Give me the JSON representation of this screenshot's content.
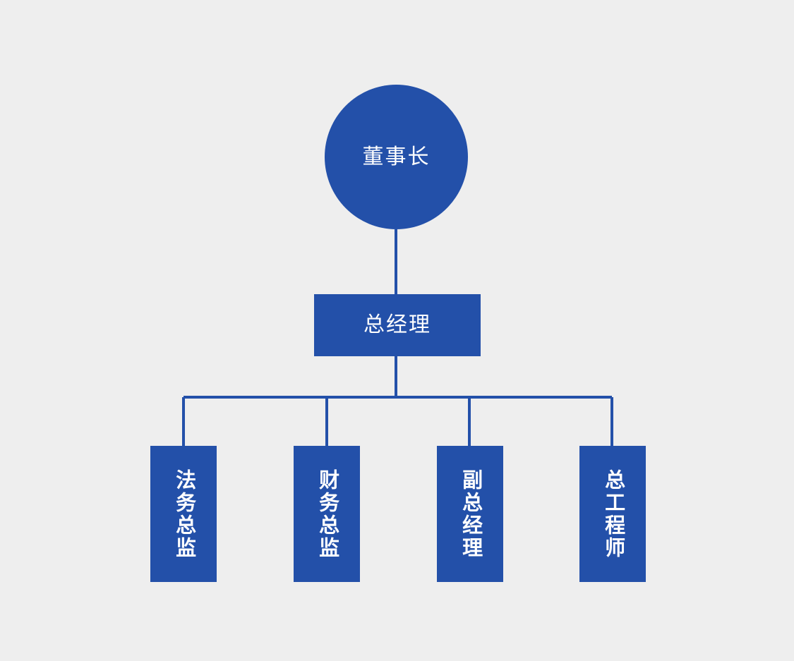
{
  "diagram": {
    "title": "",
    "type": "organization-chart",
    "background_color": "#eeeeee",
    "node_color": "#2350a9",
    "line_color": "#2350a9",
    "text_color": "#ffffff",
    "levels": 3
  },
  "nodes": {
    "root": {
      "label": "董事长",
      "shape": "circle",
      "level": 1
    },
    "level2": {
      "label": "总经理",
      "shape": "rectangle",
      "level": 2
    },
    "leaves": [
      {
        "label": "法务总监",
        "shape": "rectangle",
        "orientation": "vertical",
        "level": 3
      },
      {
        "label": "财务总监",
        "shape": "rectangle",
        "orientation": "vertical",
        "level": 3
      },
      {
        "label": "副总经理",
        "shape": "rectangle",
        "orientation": "vertical",
        "level": 3
      },
      {
        "label": "总工程师",
        "shape": "rectangle",
        "orientation": "vertical",
        "level": 3
      }
    ]
  },
  "edges": [
    {
      "from": "董事长",
      "to": "总经理"
    },
    {
      "from": "总经理",
      "to": "法务总监"
    },
    {
      "from": "总经理",
      "to": "财务总监"
    },
    {
      "from": "总经理",
      "to": "副总经理"
    },
    {
      "from": "总经理",
      "to": "总工程师"
    }
  ]
}
